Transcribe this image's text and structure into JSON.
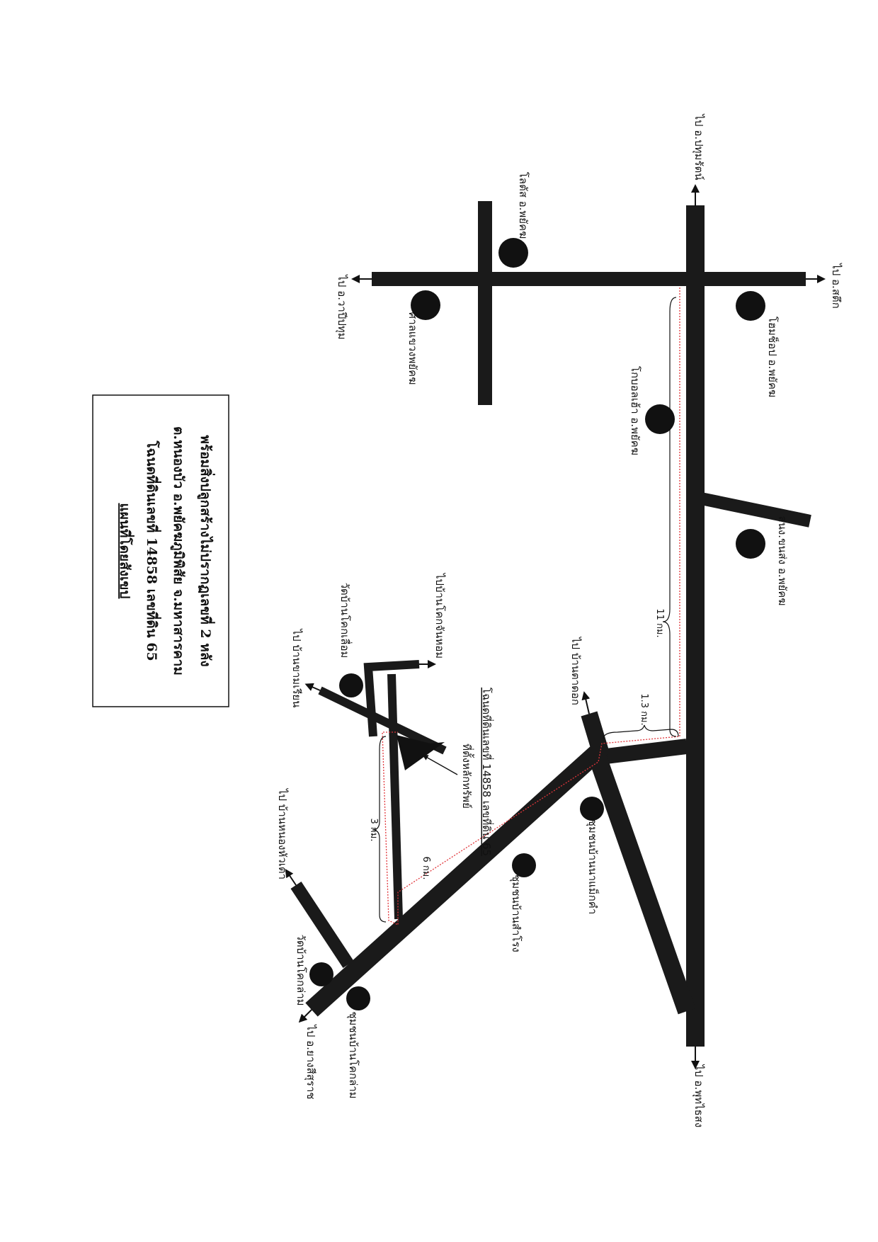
{
  "title_block": {
    "line1": "แผนที่โดยสังเขป",
    "line2": "โฉนดที่ดินเลขที่ 14858 เลขที่ดิน 65",
    "line3": "ต.หนองบัว อ.พยัคฆภูมิพิสัย จ.มหาสารคาม",
    "line4": "พร้อมสิ่งปลูกสร้างไม่ปรากฏเลขที่ 2 หลัง"
  },
  "directions": {
    "wapi_pathum": "ไป อ.วาปีปทุม",
    "sathuek": "ไป อ.สตึก",
    "pathum_rat": "ไป อ.ปทุมรัตน์",
    "phutthaisong": "ไป อ.พุทไธสง",
    "yang_sisurat": "ไป อ.ยางสีสุราช",
    "nong_hua_thao": "ไป บ้านหนองหัวเต่า",
    "kham_rian": "ไป บ้านขามเรียน",
    "khok_chan_hom": "ไปบ้านโคกจันหอม",
    "ta_dok": "ไป บ้านตาดอก"
  },
  "landmarks": {
    "court": "ศาลแขวงพยัคฆ",
    "lotus": "โลตัส อ.พยัคฆ",
    "home_pro": "โฮมช็อป อ.พยัคฆ",
    "global_house": "โกบอลเฮ้า อ.พยัคฆ",
    "land_office": "สนง.ขนส่ง อ.พยัคฆ",
    "wat_khok_lueam": "วัดบ้านโคกเลื่อม",
    "wat_khok_klang": "วัดบ้านโคกล่าม",
    "chumchon_khok_klang": "ชุมชนบ้านโคกล่าม",
    "chumchon_samrong": "ชุมชนบ้านสำโรง",
    "chumchon_nong_kham": "ชุมชนบ้านนาแม็กคำ",
    "property_location": "ที่ตั้งหลักทรัพย์",
    "deed_label": "โฉนดที่ดินเลขที่ 14858 เลขที่ดิน 65"
  },
  "distances": {
    "d11": "11 กม.",
    "d13": "1.3 กม.",
    "d6": "6 กม.",
    "d3": "3 กม."
  },
  "colors": {
    "road": "#1a1a1a",
    "route": "#e0353a",
    "paper": "#ffffff"
  }
}
